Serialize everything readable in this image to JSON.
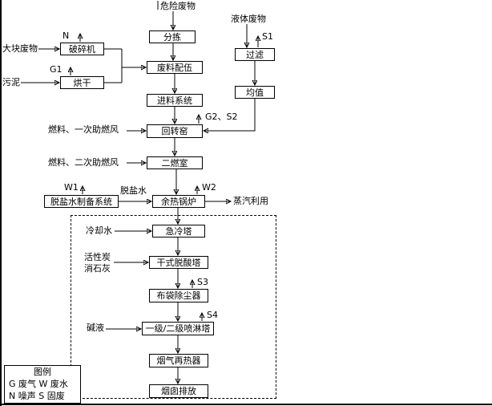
{
  "nodes": {
    "sorting": "分拣",
    "blending": "废料配伍",
    "feeding_system": "进料系统",
    "rotary_kiln": "回转窑",
    "secondary_chamber": "二燃室",
    "waste_heat_boiler": "余热锅炉",
    "quench_tower": "急冷塔",
    "dry_deacid_tower": "干式脱酸塔",
    "bag_filter": "布袋除尘器",
    "spray_tower": "一级/二级喷淋塔",
    "flue_gas_reheater": "烟气再热器",
    "stack_discharge": "烟囱排放",
    "crusher": "破碎机",
    "dryer": "烘干",
    "filter": "过滤",
    "equalizer": "均值",
    "desalted_water_system": "脱盐水制备系统"
  },
  "labels": {
    "hazardous_waste": "危险废物",
    "bulk_waste": "大块废物",
    "sludge": "污泥",
    "liquid_waste": "液体废物",
    "fuel_primary_air": "燃料、一次助燃风",
    "fuel_secondary_air": "燃料、二次助燃风",
    "desalted_water": "脱盐水",
    "steam_use": "蒸汽利用",
    "cooling_water": "冷却水",
    "activated_carbon": "活性炭",
    "slaked_lime": "消石灰",
    "alkali_liquor": "碱液",
    "n": "N",
    "g1": "G1",
    "s1": "S1",
    "g2_s2": "G2、S2",
    "w1": "W1",
    "w2": "W2",
    "s3": "S3",
    "s4": "S4"
  },
  "legend": {
    "title": "图例",
    "line1": "G 废气 W 废水",
    "line2": "N 噪声 S 固废"
  }
}
